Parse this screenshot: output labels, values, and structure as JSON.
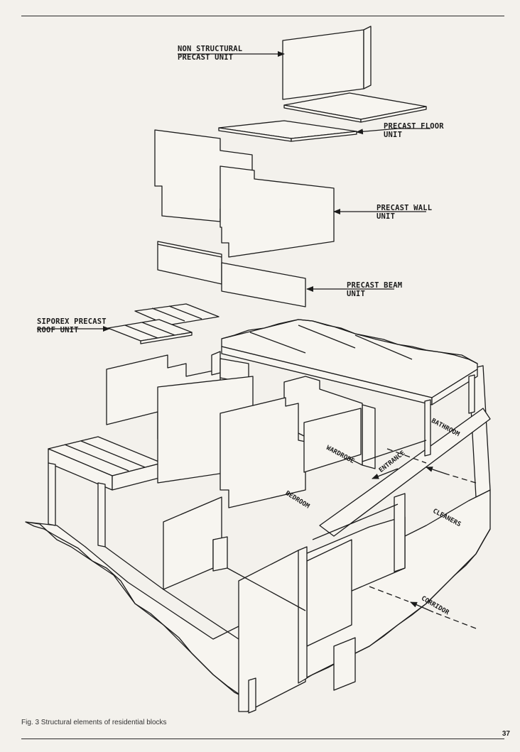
{
  "labels": {
    "non_structural": [
      "NON STRUCTURAL",
      "PRECAST UNIT"
    ],
    "floor_unit": [
      "PRECAST FLOOR",
      "UNIT"
    ],
    "wall_unit": [
      "PRECAST WALL",
      "UNIT"
    ],
    "beam_unit": [
      "PRECAST BEAM",
      "UNIT"
    ],
    "roof_unit": [
      "SIPOREX PRECAST",
      "ROOF UNIT"
    ]
  },
  "rooms": {
    "bathroom": "BATHROOM",
    "wardrobe": "WARDROBE",
    "entrance": "ENTRANCE",
    "bedroom": "BEDROOM",
    "cleaners": "CLEANERS",
    "corridor": "CORRIDOR"
  },
  "caption": "Fig. 3 Structural elements of residential blocks",
  "page_number": "37"
}
